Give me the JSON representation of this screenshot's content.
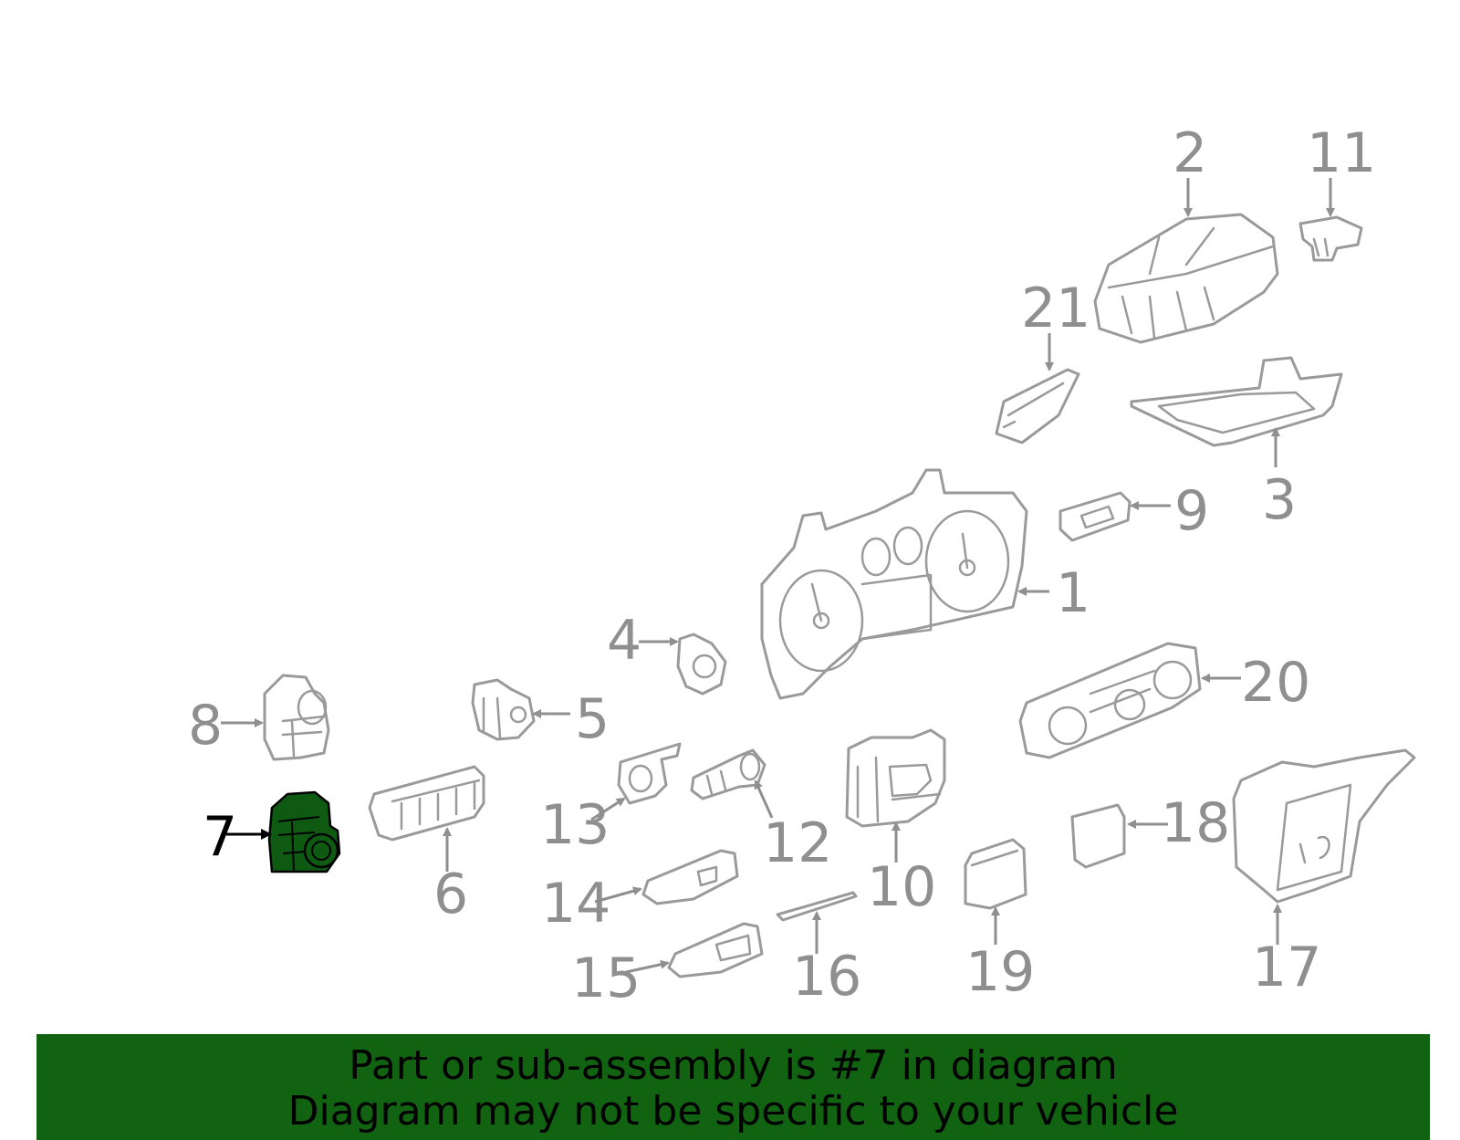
{
  "diagram": {
    "highlighted_part": "7",
    "highlight_color": "#0f5a12",
    "line_color": "#9a9a9a",
    "callouts": {
      "c1": "1",
      "c2": "2",
      "c3": "3",
      "c4": "4",
      "c5": "5",
      "c6": "6",
      "c7": "7",
      "c8": "8",
      "c9": "9",
      "c10": "10",
      "c11": "11",
      "c12": "12",
      "c13": "13",
      "c14": "14",
      "c15": "15",
      "c16": "16",
      "c17": "17",
      "c18": "18",
      "c19": "19",
      "c20": "20",
      "c21": "21"
    }
  },
  "banner": {
    "line1": "Part or sub-assembly is #7 in diagram",
    "line2": "Diagram may not be specific to your vehicle",
    "background": "#116211"
  }
}
